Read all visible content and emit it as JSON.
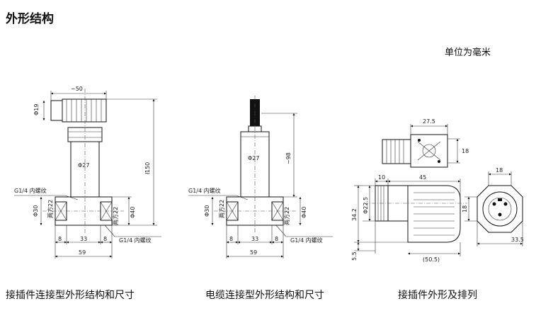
{
  "page": {
    "title": "外形结构",
    "unit": "单位为毫米"
  },
  "captions": {
    "plug_connection": "接插件连接型外形结构和尺寸",
    "cable_connection": "电缆连接型外形结构和尺寸",
    "plug_layout": "接插件外形及排列"
  },
  "fig1": {
    "d_top": "~50",
    "d_plug": "Φ19",
    "d_body": "Φ27",
    "length": "150",
    "thread_top": "G1/4 内螺纹",
    "d_port": "Φ30",
    "wrench_left": "两方22",
    "wrench_right": "两方22",
    "d_block": "Φ40",
    "thread_bottom": "G1/4 内螺纹",
    "w_side_left": "8",
    "w_center": "33",
    "w_side_right": "8",
    "w_total": "59"
  },
  "fig2": {
    "d_body": "Φ27",
    "length": "~98",
    "thread_top": "G1/4 内螺纹",
    "d_port": "Φ30",
    "wrench_left": "两方22",
    "wrench_right": "两方22",
    "d_block": "Φ40",
    "thread_bottom": "G1/4 内螺纹",
    "w_side_left": "8",
    "w_center": "33",
    "w_side_right": "8",
    "w_total": "59"
  },
  "fig3": {
    "w_top": "27.5",
    "h_side": "18",
    "w_flange": "10",
    "w_length": "45",
    "d_plug": "Φ22.5",
    "h_total": "34.2",
    "h_offset": "5.5",
    "w_ref": "(50.5)",
    "w_face": "18",
    "h_face": "18",
    "w_face_total": "33.5"
  }
}
